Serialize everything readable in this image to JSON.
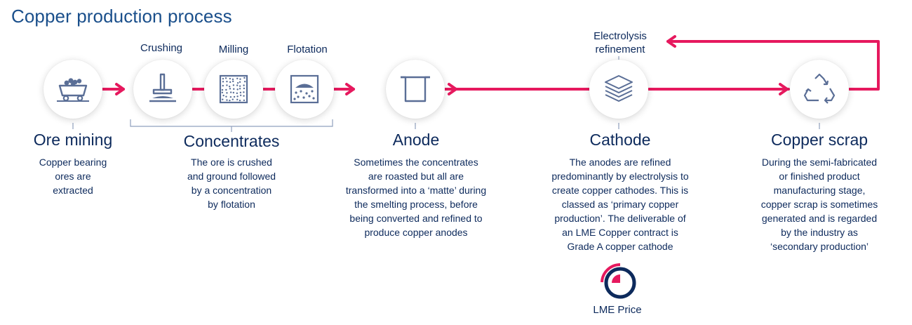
{
  "title": "Copper production process",
  "colors": {
    "accent": "#e6195e",
    "navy": "#0d2a5c",
    "icon": "#5a6e96"
  },
  "steps": [
    {
      "label": "",
      "icon": "mine-cart-icon"
    },
    {
      "label": "Crushing",
      "icon": "crusher-icon"
    },
    {
      "label": "Milling",
      "icon": "milling-icon"
    },
    {
      "label": "Flotation",
      "icon": "flotation-icon"
    },
    {
      "label": "",
      "icon": "anode-icon"
    },
    {
      "label": "Electrolysis\nrefinement",
      "icon": "cathode-layers-icon"
    },
    {
      "label": "",
      "icon": "recycle-icon"
    }
  ],
  "stages": [
    {
      "heading": "Ore mining",
      "desc": "Copper bearing\nores are\nextracted"
    },
    {
      "heading": "Concentrates",
      "desc": "The ore is crushed\nand ground followed\nby a concentration\nby flotation"
    },
    {
      "heading": "Anode",
      "desc": "Sometimes the concentrates\nare roasted but all are\ntransformed into a ‘matte’ during\nthe smelting process, before\nbeing converted and refined to\nproduce copper anodes"
    },
    {
      "heading": "Cathode",
      "desc": "The anodes are refined\npredominantly by electrolysis to\ncreate copper cathodes. This is\nclassed as ‘primary copper\nproduction’. The deliverable of\nan LME Copper contract is\nGrade A copper cathode"
    },
    {
      "heading": "Copper scrap",
      "desc": "During the semi-fabricated\nor finished product\nmanufacturing stage,\ncopper scrap is sometimes\ngenerated and is regarded\nby the industry as\n‘secondary production’"
    }
  ],
  "lme": {
    "label": "LME Price",
    "icon": "lme-price-icon"
  }
}
